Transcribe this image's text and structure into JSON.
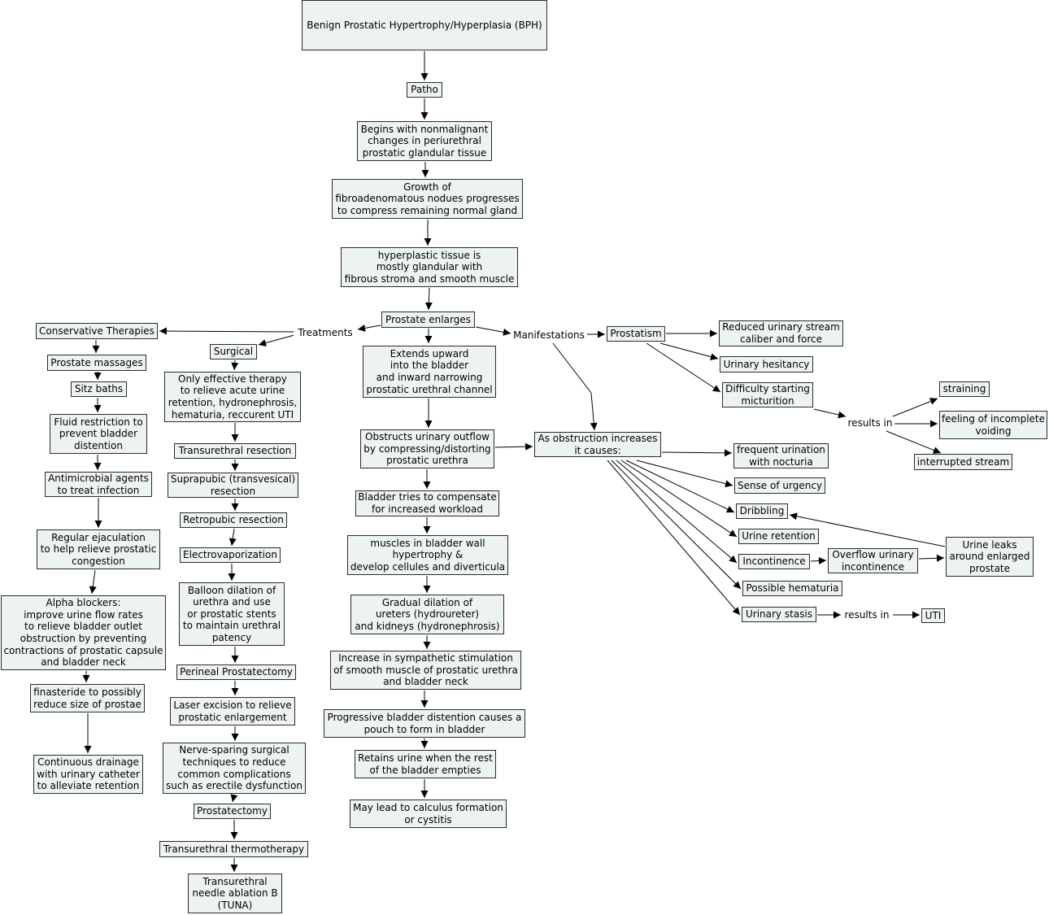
{
  "nodes": {
    "bph": "Benign Prostatic Hypertrophy/Hyperplasia (BPH)",
    "patho": "Patho",
    "begins": "Begins with nonmalignant\nchanges in periurethral\nprostatic glandular tissue",
    "growth": "Growth of\nfibroadenomatous nodues progresses\nto compress remaining normal gland",
    "hyperplastic": "hyperplastic tissue is\nmostly glandular with\nfibrous stroma and smooth muscle",
    "prostate_enlarges": "Prostate enlarges",
    "treatments": "Treatments",
    "manifestations": "Manifestations",
    "conservative": "Conservative Therapies",
    "massages": "Prostate massages",
    "sitz": "Sitz baths",
    "fluid": "Fluid restriction to\nprevent bladder\ndistention",
    "antimicrobial": "Antimicrobial agents\nto treat infection",
    "ejaculation": "Regular ejaculation\nto help relieve prostatic\ncongestion",
    "alpha": "Alpha blockers:\nimprove urine flow rates\nto relieve bladder outlet\nobstruction by preventing\ncontractions of prostatic capsule\nand bladder neck",
    "finasteride": "finasteride to possibly\nreduce size of prostae",
    "drainage": "Continuous drainage\nwith urinary catheter\nto alleviate retention",
    "surgical": "Surgical",
    "only_effective": "Only effective therapy\nto relieve acute urine\nretention, hydronephrosis,\nhematuria, reccurent UTI",
    "turp": "Transurethral resection",
    "suprapubic": "Suprapubic (transvesical)\nresection",
    "retropubic": "Retropubic resection",
    "electrovap": "Electrovaporization",
    "balloon": "Balloon dilation of\nurethra and use\nor prostatic stents\nto maintain urethral\npatency",
    "perineal": "Perineal Prostatectomy",
    "laser": "Laser excision to relieve\nprostatic enlargement",
    "nerve": "Nerve-sparing surgical\ntechniques to reduce\ncommon complications\nsuch as erectile dysfunction",
    "prostatectomy": "Prostatectomy",
    "thermotherapy": "Transurethral thermotherapy",
    "tuna": "Transurethral\nneedle ablation B\n(TUNA)",
    "extends": "Extends upward\ninto the bladder\nand inward narrowing\nprostatic urethral channel",
    "obstructs": "Obstructs urinary outflow\nby compressing/distorting\nprostatic urethra",
    "compensate": "Bladder tries to compensate\nfor increased workload",
    "muscles": "muscles in bladder wall\nhypertrophy &\ndevelop cellules and diverticula",
    "gradual": "Gradual dilation of\nureters (hydroureter)\nand kidneys (hydronephrosis)",
    "sympathetic": "Increase in sympathetic stimulation\nof smooth muscle of prostatic urethra\nand bladder neck",
    "progressive": "Progressive bladder distention causes a\npouch to form in bladder",
    "retains": "Retains urine when the rest\nof the bladder empties",
    "calculus": "May lead to calculus formation\nor cystitis",
    "prostatism": "Prostatism",
    "reduced": "Reduced urinary stream\ncaliber and force",
    "hesitancy": "Urinary hesitancy",
    "difficulty": "Difficulty starting\nmicturition",
    "results_in_1": "results in",
    "straining": "straining",
    "incomplete": "feeling of incomplete\nvoiding",
    "interrupted": "interrupted stream",
    "as_obstruction": "As obstruction increases\nit causes:",
    "frequent": "frequent urination\nwith nocturia",
    "urgency": "Sense of urgency",
    "dribbling": "Dribbling",
    "retention": "Urine retention",
    "incontinence": "Incontinence",
    "overflow": "Overflow urinary\nincontinence",
    "leaks": "Urine leaks\naround enlarged\nprostate",
    "hematuria": "Possible hematuria",
    "stasis": "Urinary stasis",
    "results_in_2": "results in",
    "uti": "UTI"
  },
  "colors": {
    "node_fill": "#edf3f3",
    "node_border": "#2b2b2b",
    "edge": "#000000"
  }
}
